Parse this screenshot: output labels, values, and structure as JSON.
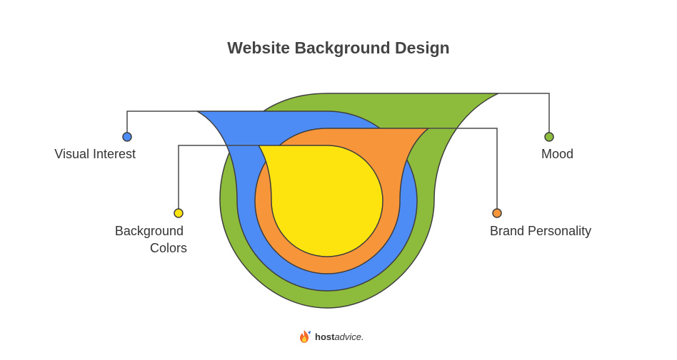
{
  "title": "Website Background Design",
  "layers": [
    {
      "id": "mood",
      "label": "Mood",
      "color": "#8dbb3c"
    },
    {
      "id": "visual-interest",
      "label": "Visual Interest",
      "color": "#4e8cf5"
    },
    {
      "id": "brand-personality",
      "label": "Brand Personality",
      "color": "#f7953a"
    },
    {
      "id": "background-colors",
      "label_lines": [
        "Background",
        "Colors"
      ],
      "color": "#fde40e"
    }
  ],
  "logo": {
    "bold": "host",
    "italic": "advice."
  },
  "colors": {
    "outline": "#3d3d3d",
    "connector": "#4a4a4a",
    "title": "#444444"
  }
}
